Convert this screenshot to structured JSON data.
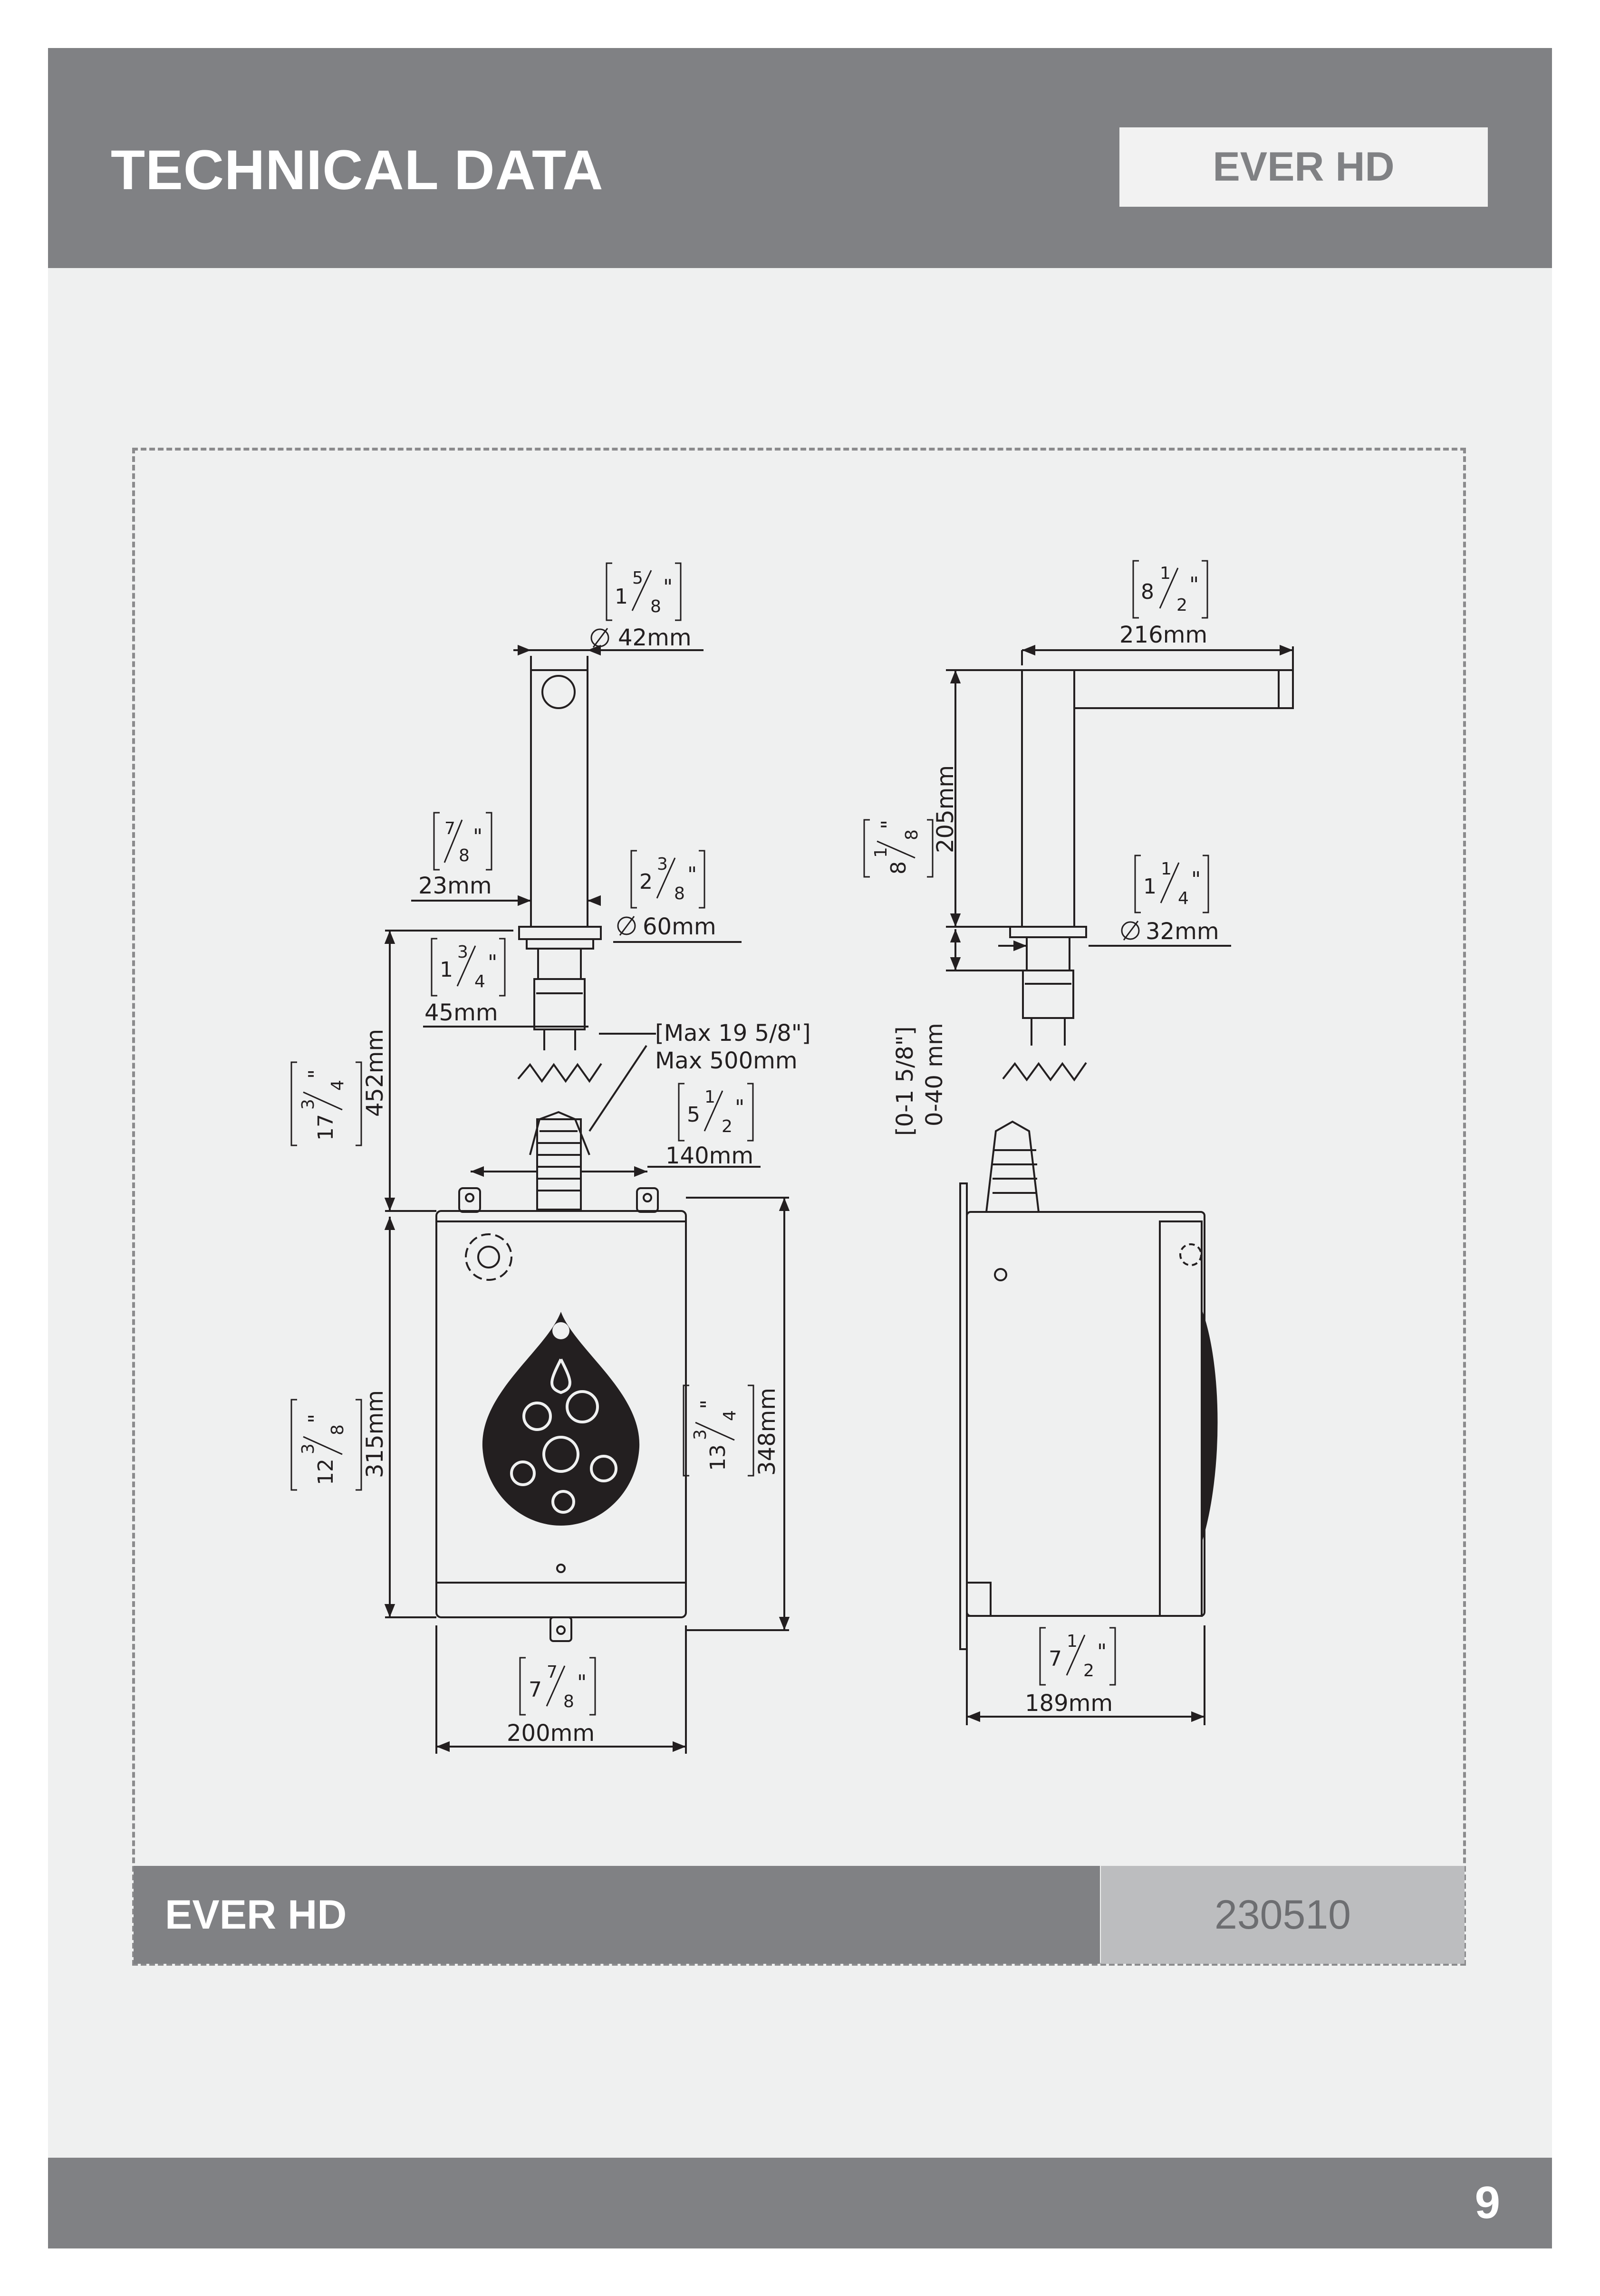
{
  "header": {
    "title": "TECHNICAL DATA",
    "model_badge": "EVER HD"
  },
  "dimensions": {
    "spout_diameter": {
      "mm": "42mm",
      "in_whole": "1",
      "in_num": "5",
      "in_den": "8"
    },
    "spout_reach": {
      "mm": "216mm",
      "in_whole": "8",
      "in_num": "1",
      "in_den": "2"
    },
    "spout_height": {
      "mm": "205mm",
      "in_whole": "8",
      "in_num": "1",
      "in_den": "8"
    },
    "body_width": {
      "mm": "23mm",
      "in_whole": "",
      "in_num": "7",
      "in_den": "8"
    },
    "base_diameter": {
      "mm": "60mm",
      "in_whole": "2",
      "in_num": "3",
      "in_den": "8"
    },
    "mount_diameter": {
      "mm": "32mm",
      "in_whole": "1",
      "in_num": "1",
      "in_den": "4"
    },
    "shank_length": {
      "mm": "45mm",
      "in_whole": "1",
      "in_num": "3",
      "in_den": "4"
    },
    "max_hose": {
      "in_text": "[Max 19 5/8\"]",
      "mm": "Max 500mm"
    },
    "bracket_spacing": {
      "mm": "140mm",
      "in_whole": "5",
      "in_num": "1",
      "in_den": "2"
    },
    "deck_to_box": {
      "mm": "452mm",
      "in_whole": "17",
      "in_num": "3",
      "in_den": "4"
    },
    "deck_range": {
      "in_text": "[0-1 5/8\"]",
      "mm": "0-40 mm"
    },
    "box_height": {
      "mm": "315mm",
      "in_whole": "12",
      "in_num": "3",
      "in_den": "8"
    },
    "box_total_height": {
      "mm": "348mm",
      "in_whole": "13",
      "in_num": "3",
      "in_den": "4"
    },
    "box_width": {
      "mm": "200mm",
      "in_whole": "7",
      "in_num": "7",
      "in_den": "8"
    },
    "box_depth": {
      "mm": "189mm",
      "in_whole": "7",
      "in_num": "1",
      "in_den": "2"
    }
  },
  "footer": {
    "model": "EVER HD",
    "code": "230510"
  },
  "page_number": "9"
}
